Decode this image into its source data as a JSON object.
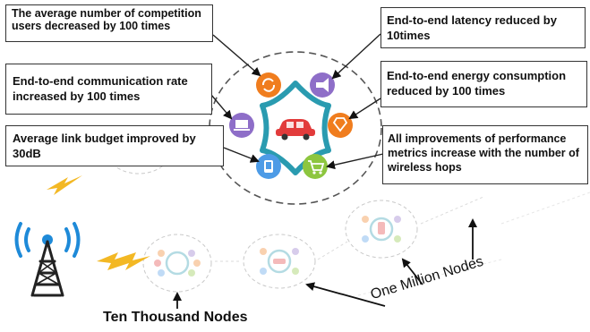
{
  "boxes": {
    "competition_users": "The average number of competition users decreased by 100 times",
    "latency": "End-to-end latency reduced by 10times",
    "communication_rate": "End-to-end communication rate increased by 100 times",
    "energy": "End-to-end energy consumption reduced by 100 times",
    "link_budget": "Average link budget improved by 30dB",
    "performance": "All improvements of performance metrics increase with the number of wireless hops"
  },
  "labels": {
    "ten_thousand": "Ten Thousand Nodes",
    "one_million": "One Million Nodes"
  },
  "colors": {
    "orange": "#f07d1e",
    "purple": "#8e6ec8",
    "blue": "#4d9be6",
    "green": "#8dc63f",
    "star_outline": "#2a9bb0",
    "car": "#e23b3b",
    "tower": "#1e8ad8",
    "lightning": "#f3b824"
  },
  "icons": [
    "refresh-icon",
    "megaphone-icon",
    "laptop-icon",
    "diamond-icon",
    "phone-icon",
    "cart-icon",
    "car-icon",
    "radio-tower-icon",
    "lightning-icon"
  ]
}
